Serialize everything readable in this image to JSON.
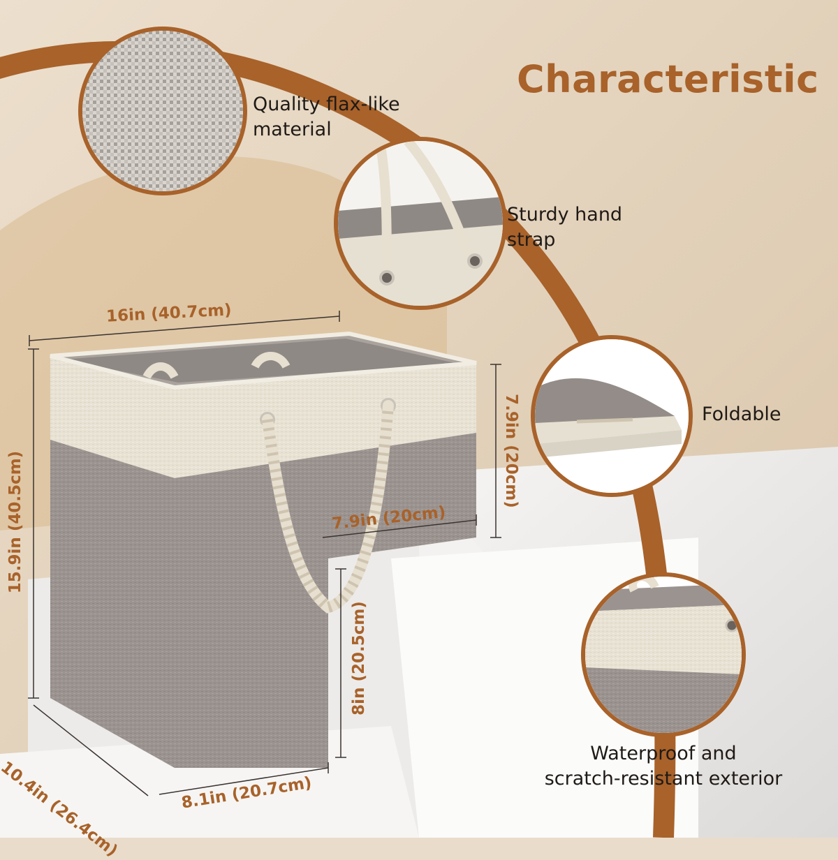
{
  "title": "Characteristic",
  "features": [
    {
      "text_line1": "Quality flax-like",
      "text_line2": "material",
      "icon": "fabric-texture-icon"
    },
    {
      "text_line1": "Sturdy hand",
      "text_line2": "strap",
      "icon": "rope-handle-icon"
    },
    {
      "text_line1": "Foldable",
      "text_line2": "",
      "icon": "folded-basket-icon"
    },
    {
      "text_line1": "Waterproof and",
      "text_line2": "scratch-resistant exterior",
      "icon": "basket-corner-icon"
    }
  ],
  "dimensions": {
    "width": "16in (40.7cm)",
    "height": "15.9in (40.5cm)",
    "depth": "10.4in (26.4cm)",
    "bottom_width": "8.1in (20.7cm)",
    "top_height": "7.9in (20cm)",
    "top_depth": "7.9in (20cm)",
    "lower_height": "8in (20.5cm)"
  },
  "colors": {
    "accent": "#a8622a",
    "background": "#e9dccb",
    "basket_gray": "#9a928d",
    "basket_cream": "#e6e0d2"
  }
}
